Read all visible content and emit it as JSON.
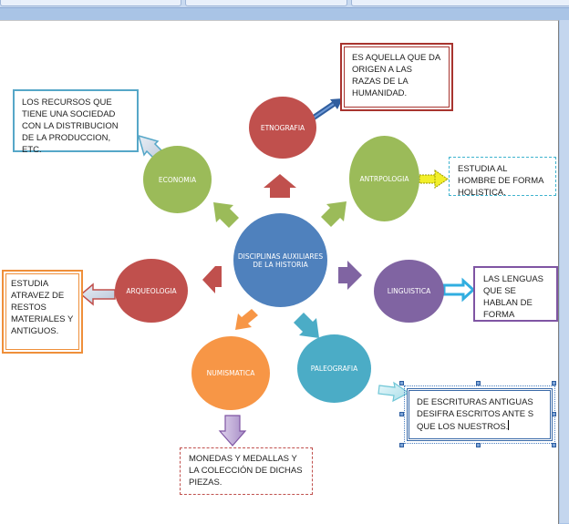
{
  "diagram": {
    "center": {
      "label": "DISCIPLINAS AUXILIARES DE LA HISTORIA",
      "color": "#4f81bd"
    },
    "nodes": [
      {
        "id": "etnografia",
        "label": "ETNOGRAFIA",
        "color": "#c0504d",
        "description": "ES AQUELLA QUE DA ORIGEN A LAS RAZAS DE LA HUMANIDAD."
      },
      {
        "id": "antropologia",
        "label": "ANTRPOLOGIA",
        "color": "#9bbb59",
        "description": "ESTUDIA AL HOMBRE DE FORMA HOLISTICA."
      },
      {
        "id": "linguistica",
        "label": "LINGUISTICA",
        "color": "#8064a2",
        "description": "LAS LENGUAS QUE SE HABLAN DE FORMA"
      },
      {
        "id": "paleografia",
        "label": "PALEOGRAFIA",
        "color": "#4bacc6",
        "description": "DE ESCRITURAS ANTIGUAS DESIFRA ESCRITOS ANTE S QUE LOS NUESTROS."
      },
      {
        "id": "numismatica",
        "label": "NUMISMATICA",
        "color": "#f79646",
        "description": "MONEDAS Y MEDALLAS Y LA COLECCIÓN DE DICHAS PIEZAS."
      },
      {
        "id": "arqueologia",
        "label": "ARQUEOLOGIA",
        "color": "#c0504d",
        "description": "ESTUDIA ATRAVEZ DE RESTOS MATERIALES Y ANTIGUOS."
      },
      {
        "id": "economia",
        "label": "ECONOMIA",
        "color": "#9bbb59",
        "description": "LOS RECURSOS QUE TIENE UNA SOCIEDAD CON LA DISTRIBUCION DE LA PRODUCCION, ETC."
      }
    ]
  }
}
